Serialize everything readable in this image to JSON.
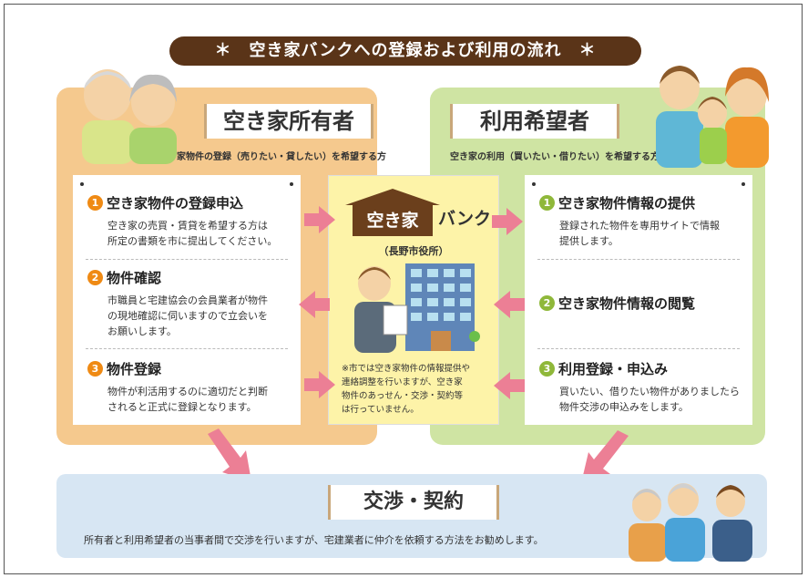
{
  "title": "＊　空き家バンクへの登録および利用の流れ　＊",
  "owner": {
    "heading": "空き家所有者",
    "subtitle": "空き家物件の登録（売りたい・貸したい）を希望する方",
    "steps": [
      {
        "num": "1",
        "title": "空き家物件の登録申込",
        "lines": [
          "空き家の売買・賃貸を希望する方は",
          "所定の書類を市に提出してください。"
        ]
      },
      {
        "num": "2",
        "title": "物件確認",
        "lines": [
          "市職員と宅建協会の会員業者が物件",
          "の現地確認に伺いますので立会いを",
          "お願いします。"
        ]
      },
      {
        "num": "3",
        "title": "物件登録",
        "lines": [
          "物件が利活用するのに適切だと判断",
          "されると正式に登録となります。"
        ]
      }
    ]
  },
  "bank": {
    "logo": "空き家",
    "name": "バンク",
    "city": "（長野市役所）",
    "note": [
      "※市では空き家物件の情報提供や",
      "連絡調整を行いますが、空き家",
      "物件のあっせん・交渉・契約等",
      "は行っていません。"
    ]
  },
  "user": {
    "heading": "利用希望者",
    "subtitle": "空き家の利用（買いたい・借りたい）を希望する方",
    "steps": [
      {
        "num": "1",
        "title": "空き家物件情報の提供",
        "lines": [
          "登録された物件を専用サイトで情報",
          "提供します。"
        ]
      },
      {
        "num": "2",
        "title": "空き家物件情報の閲覧",
        "lines": []
      },
      {
        "num": "3",
        "title": "利用登録・申込み",
        "lines": [
          "買いたい、借りたい物件がありましたら",
          "物件交渉の申込みをします。"
        ]
      }
    ]
  },
  "negotiation": {
    "heading": "交渉・契約",
    "text": "所有者と利用希望者の当事者間で交渉を行いますが、宅建業者に仲介を依頼する方法をお勧めします。"
  }
}
